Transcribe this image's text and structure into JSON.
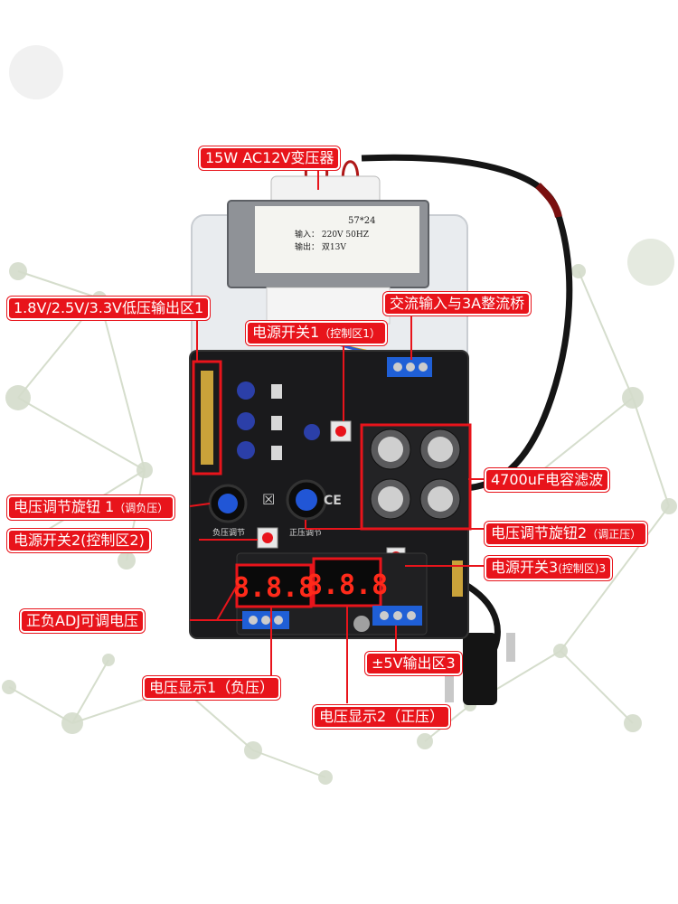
{
  "labels": {
    "transformer": "15W AC12V变压器",
    "low_voltage_zone": "1.8V/2.5V/3.3V低压输出区1",
    "ac_input_bridge": "交流输入与3A整流桥",
    "power_switch_1": "电源开关1",
    "power_switch_1_note": "（控制区1）",
    "capacitor_filter": "4700uF电容滤波",
    "knob_1": "电压调节旋钮 1",
    "knob_1_note": "（调负压）",
    "power_switch_2": "电源开关2(控制区2)",
    "knob_2": "电压调节旋钮2",
    "knob_2_note": "（调正压）",
    "power_switch_3": "电源开关3",
    "power_switch_3_note": "(控制区)3",
    "adj_voltage": "正负ADJ可调电压",
    "output_5v": "±5V输出区3",
    "display_1": "电压显示1（负压）",
    "display_2": "电压显示2（正压）"
  },
  "board": {
    "transformer_plate_line1": "57*24",
    "transformer_plate_line2": "输入： 220V 50HZ",
    "transformer_plate_line3": "输出： 双13V",
    "knob_neg_text": "负压调节",
    "knob_pos_text": "正压调节",
    "display_1_digits": "8.8.8",
    "display_2_digits": "8.8.8"
  },
  "colors": {
    "label_bg": "#e8141b",
    "board_dark": "#1a1a1c",
    "digit_red": "#ff2a1a",
    "terminal_blue": "#1f5fd6"
  }
}
